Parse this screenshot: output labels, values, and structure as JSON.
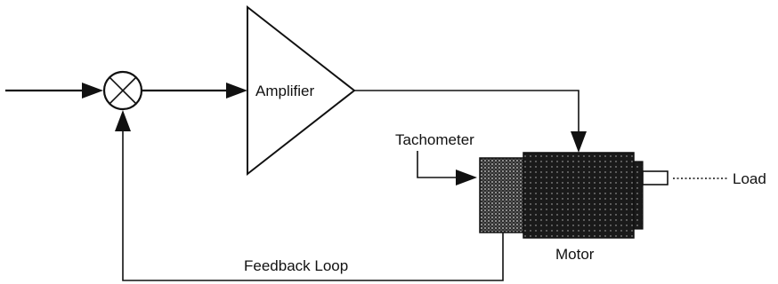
{
  "labels": {
    "amplifier": "Amplifier",
    "tachometer": "Tachometer",
    "load": "Load",
    "motor": "Motor",
    "feedback_loop": "Feedback Loop"
  },
  "colors": {
    "ink": "#111111",
    "background": "#ffffff",
    "motor_body": "#1a1a1a",
    "tachometer_body": "#3a3a3a"
  },
  "icons": {
    "summing_junction": "circle-with-x",
    "arrowhead": "filled-triangle"
  }
}
